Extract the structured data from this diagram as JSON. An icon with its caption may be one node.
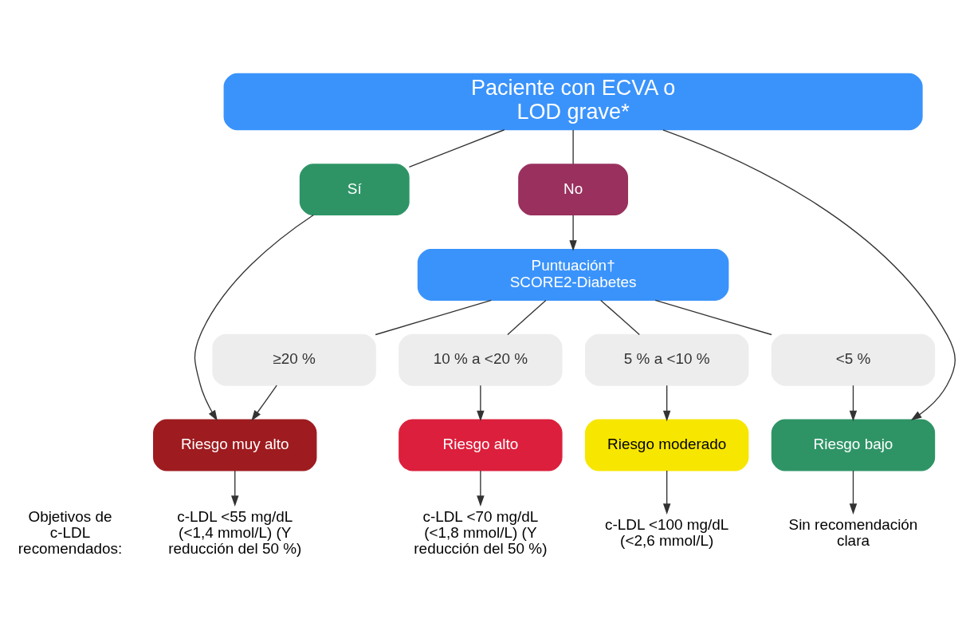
{
  "diagram": {
    "nodes": [
      {
        "text": [
          "Paciente con ECVA o LOD grave*"
        ]
      },
      {
        "text": [
          "Sí"
        ]
      },
      {
        "text": [
          "No"
        ]
      },
      {
        "text": [
          "Puntuación†",
          "SCORE2-Diabetes"
        ]
      },
      {
        "text": [
          "≥20 %"
        ]
      },
      {
        "text": [
          "10 % a <20 %"
        ]
      },
      {
        "text": [
          "5 % a <10 %"
        ]
      },
      {
        "text": [
          "<5 %"
        ]
      },
      {
        "text": [
          "Riesgo muy alto"
        ]
      },
      {
        "text": [
          "Riesgo alto"
        ]
      },
      {
        "text": [
          "Riesgo moderado"
        ]
      },
      {
        "text": [
          "Riesgo bajo"
        ]
      },
      {
        "text": [
          "c-LDL <55 mg/dL (<1,4 mmol/L) (Y reducción del 50 %)"
        ]
      },
      {
        "text": [
          "c-LDL <70 mg/dL (<1,8 mmol/L) (Y reducción del 50 %)"
        ]
      },
      {
        "text": [
          "c-LDL <100 mg/dL (<2,6 mmol/L)"
        ]
      },
      {
        "text": [
          "Sin recomendación clara"
        ]
      }
    ],
    "edges": [
      {
        "from": 0,
        "to": 1,
        "arrow": "none"
      },
      {
        "from": 0,
        "to": 2,
        "arrow": "none"
      },
      {
        "from": 0,
        "to": 11,
        "arrow": "to"
      },
      {
        "from": 1,
        "to": 8,
        "arrow": "to"
      },
      {
        "from": 2,
        "to": 3,
        "arrow": "to"
      },
      {
        "from": 3,
        "to": 4,
        "arrow": "none"
      },
      {
        "from": 3,
        "to": 5,
        "arrow": "none"
      },
      {
        "from": 3,
        "to": 6,
        "arrow": "none"
      },
      {
        "from": 3,
        "to": 7,
        "arrow": "none"
      },
      {
        "from": 4,
        "to": 8,
        "arrow": "to"
      },
      {
        "from": 5,
        "to": 9,
        "arrow": "to"
      },
      {
        "from": 6,
        "to": 10,
        "arrow": "to"
      },
      {
        "from": 7,
        "to": 11,
        "arrow": "to"
      },
      {
        "from": 8,
        "to": 12,
        "arrow": "to"
      },
      {
        "from": 9,
        "to": 13,
        "arrow": "to"
      },
      {
        "from": 10,
        "to": 14,
        "arrow": "to"
      },
      {
        "from": 11,
        "to": 15,
        "arrow": "to"
      }
    ],
    "labels": [
      "Objetivos de c-LDL recomendados:"
    ]
  }
}
